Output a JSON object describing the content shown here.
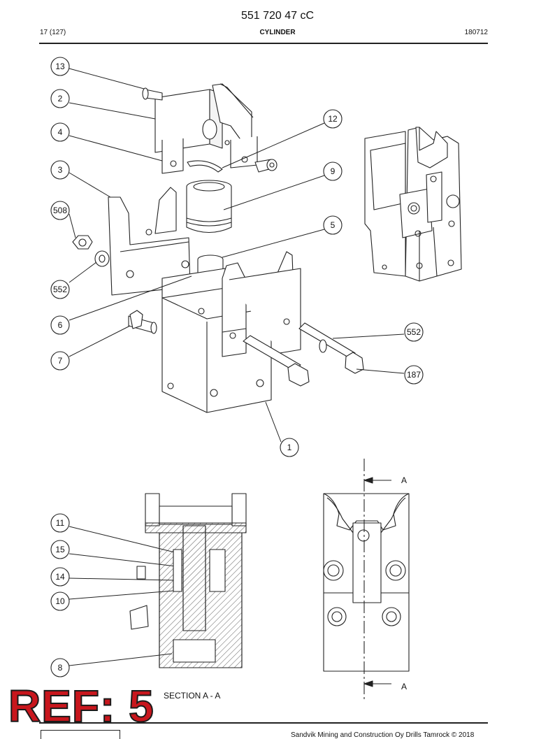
{
  "header": {
    "doc_number": "551 720 47 cC",
    "page": "17 (127)",
    "title": "CYLINDER",
    "date_code": "180712"
  },
  "callouts": [
    {
      "id": "13",
      "label": "13"
    },
    {
      "id": "2",
      "label": "2"
    },
    {
      "id": "4",
      "label": "4"
    },
    {
      "id": "3",
      "label": "3"
    },
    {
      "id": "508",
      "label": "508"
    },
    {
      "id": "552a",
      "label": "552"
    },
    {
      "id": "6",
      "label": "6"
    },
    {
      "id": "7",
      "label": "7"
    },
    {
      "id": "12",
      "label": "12"
    },
    {
      "id": "9",
      "label": "9"
    },
    {
      "id": "5",
      "label": "5"
    },
    {
      "id": "552b",
      "label": "552"
    },
    {
      "id": "187",
      "label": "187"
    },
    {
      "id": "1",
      "label": "1"
    },
    {
      "id": "11",
      "label": "11"
    },
    {
      "id": "15",
      "label": "15"
    },
    {
      "id": "14",
      "label": "14"
    },
    {
      "id": "10",
      "label": "10"
    },
    {
      "id": "8",
      "label": "8"
    }
  ],
  "section": {
    "marker_top": "A",
    "marker_bottom": "A",
    "label": "SECTION A - A"
  },
  "stamp": "REF: 5",
  "footer": "Sandvik Mining and Construction Oy Drills Tamrock © 2018"
}
